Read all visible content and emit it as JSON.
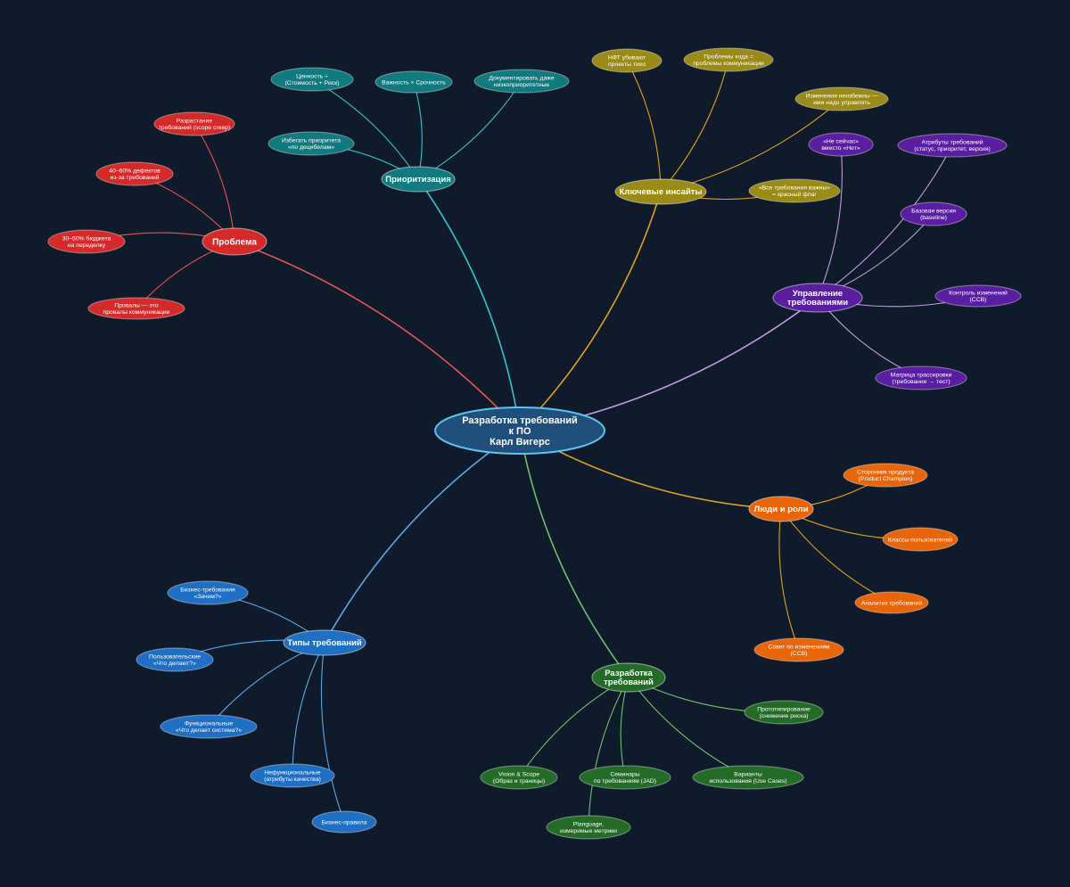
{
  "center": {
    "lines": [
      "Разработка требований",
      "к ПО",
      "Карл Вигерс"
    ]
  },
  "branches": [
    {
      "id": "problem",
      "color": "#d42a2a",
      "edge": "#e25555",
      "lines": [
        "Проблема"
      ],
      "children": [
        {
          "lines": [
            "Разрастание",
            "требований (scope creep)"
          ]
        },
        {
          "lines": [
            "40–60% дефектов",
            "из-за требований"
          ]
        },
        {
          "lines": [
            "30–50% бюджета",
            "на переделку"
          ]
        },
        {
          "lines": [
            "Провалы — это",
            "провалы коммуникации"
          ]
        }
      ]
    },
    {
      "id": "prioritization",
      "color": "#117a7f",
      "edge": "#33c3c9",
      "lines": [
        "Приоритизация"
      ],
      "children": [
        {
          "lines": [
            "Ценность ÷",
            "(Стоимость + Риск)"
          ]
        },
        {
          "lines": [
            "Важность × Срочность"
          ]
        },
        {
          "lines": [
            "Документировать даже",
            "низкоприоритетные"
          ]
        },
        {
          "lines": [
            "Избегать приоритета",
            "«по децибелам»"
          ]
        }
      ]
    },
    {
      "id": "insights",
      "color": "#9a8a18",
      "edge": "#e0a020",
      "lines": [
        "Ключевые инсайты"
      ],
      "children": [
        {
          "lines": [
            "НФТ убивают",
            "проекты тихо"
          ]
        },
        {
          "lines": [
            "Проблемы кода =",
            "проблемы коммуникации"
          ]
        },
        {
          "lines": [
            "Изменения неизбежны —",
            "ими надо управлять"
          ]
        },
        {
          "lines": [
            "«Все требования важны»",
            "= красный флаг"
          ]
        }
      ]
    },
    {
      "id": "management",
      "color": "#5a1ea0",
      "edge": "#c49ae0",
      "lines": [
        "Управление",
        "требованиями"
      ],
      "children": [
        {
          "lines": [
            "«Не сейчас»",
            "вместо «Нет»"
          ]
        },
        {
          "lines": [
            "Атрибуты требований",
            "(статус, приоритет, версия)"
          ]
        },
        {
          "lines": [
            "Базовая версия",
            "(baseline)"
          ]
        },
        {
          "lines": [
            "Контроль изменений",
            "(CCB)"
          ]
        },
        {
          "lines": [
            "Матрица трассировки",
            "(требование → тест)"
          ]
        }
      ]
    },
    {
      "id": "people",
      "color": "#e8650a",
      "edge": "#e0a020",
      "lines": [
        "Люди и роли"
      ],
      "children": [
        {
          "lines": [
            "Сторонник продукта",
            "(Product Champion)"
          ]
        },
        {
          "lines": [
            "Классы пользователей"
          ]
        },
        {
          "lines": [
            "Аналитик требований"
          ]
        },
        {
          "lines": [
            "Совет по изменениям",
            "(CCB)"
          ]
        }
      ]
    },
    {
      "id": "elicitation",
      "color": "#236b26",
      "edge": "#6dbf6d",
      "lines": [
        "Разработка",
        "требований"
      ],
      "children": [
        {
          "lines": [
            "Прототипирование",
            "(снижение риска)"
          ]
        },
        {
          "lines": [
            "Варианты",
            "использования (Use Cases)"
          ]
        },
        {
          "lines": [
            "Семинары",
            "по требованиям (JAD)"
          ]
        },
        {
          "lines": [
            "Vision & Scope",
            "(Образ и границы)"
          ]
        },
        {
          "lines": [
            "Planguage,",
            "измеримые метрики"
          ]
        }
      ]
    },
    {
      "id": "types",
      "color": "#1f6fc4",
      "edge": "#5aa8e8",
      "lines": [
        "Типы требований"
      ],
      "children": [
        {
          "lines": [
            "Бизнес-требования",
            "«Зачем?»"
          ]
        },
        {
          "lines": [
            "Пользовательские",
            "«Что делают?»"
          ]
        },
        {
          "lines": [
            "Функциональные",
            "«Что делает система?»"
          ]
        },
        {
          "lines": [
            "Нефункциональные",
            "(атрибуты качества)"
          ]
        },
        {
          "lines": [
            "Бизнес-правила"
          ]
        }
      ]
    }
  ]
}
